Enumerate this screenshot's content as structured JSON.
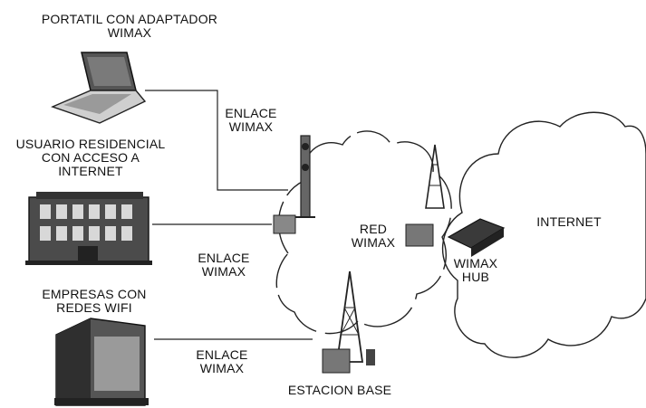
{
  "labels": {
    "laptop": [
      "PORTATIL CON ADAPTADOR",
      "WIMAX"
    ],
    "residential": [
      "USUARIO RESIDENCIAL",
      "CON ACCESO A",
      "INTERNET"
    ],
    "companies": [
      "EMPRESAS CON",
      "REDES WIFI"
    ],
    "link_laptop": [
      "ENLACE",
      "WIMAX"
    ],
    "link_residential": [
      "ENLACE",
      "WIMAX"
    ],
    "link_companies": [
      "ENLACE",
      "WIMAX"
    ],
    "red_wimax": [
      "RED",
      "WIMAX"
    ],
    "wimax_hub": [
      "WIMAX",
      "HUB"
    ],
    "internet": "INTERNET",
    "base_station": "ESTACION BASE"
  }
}
